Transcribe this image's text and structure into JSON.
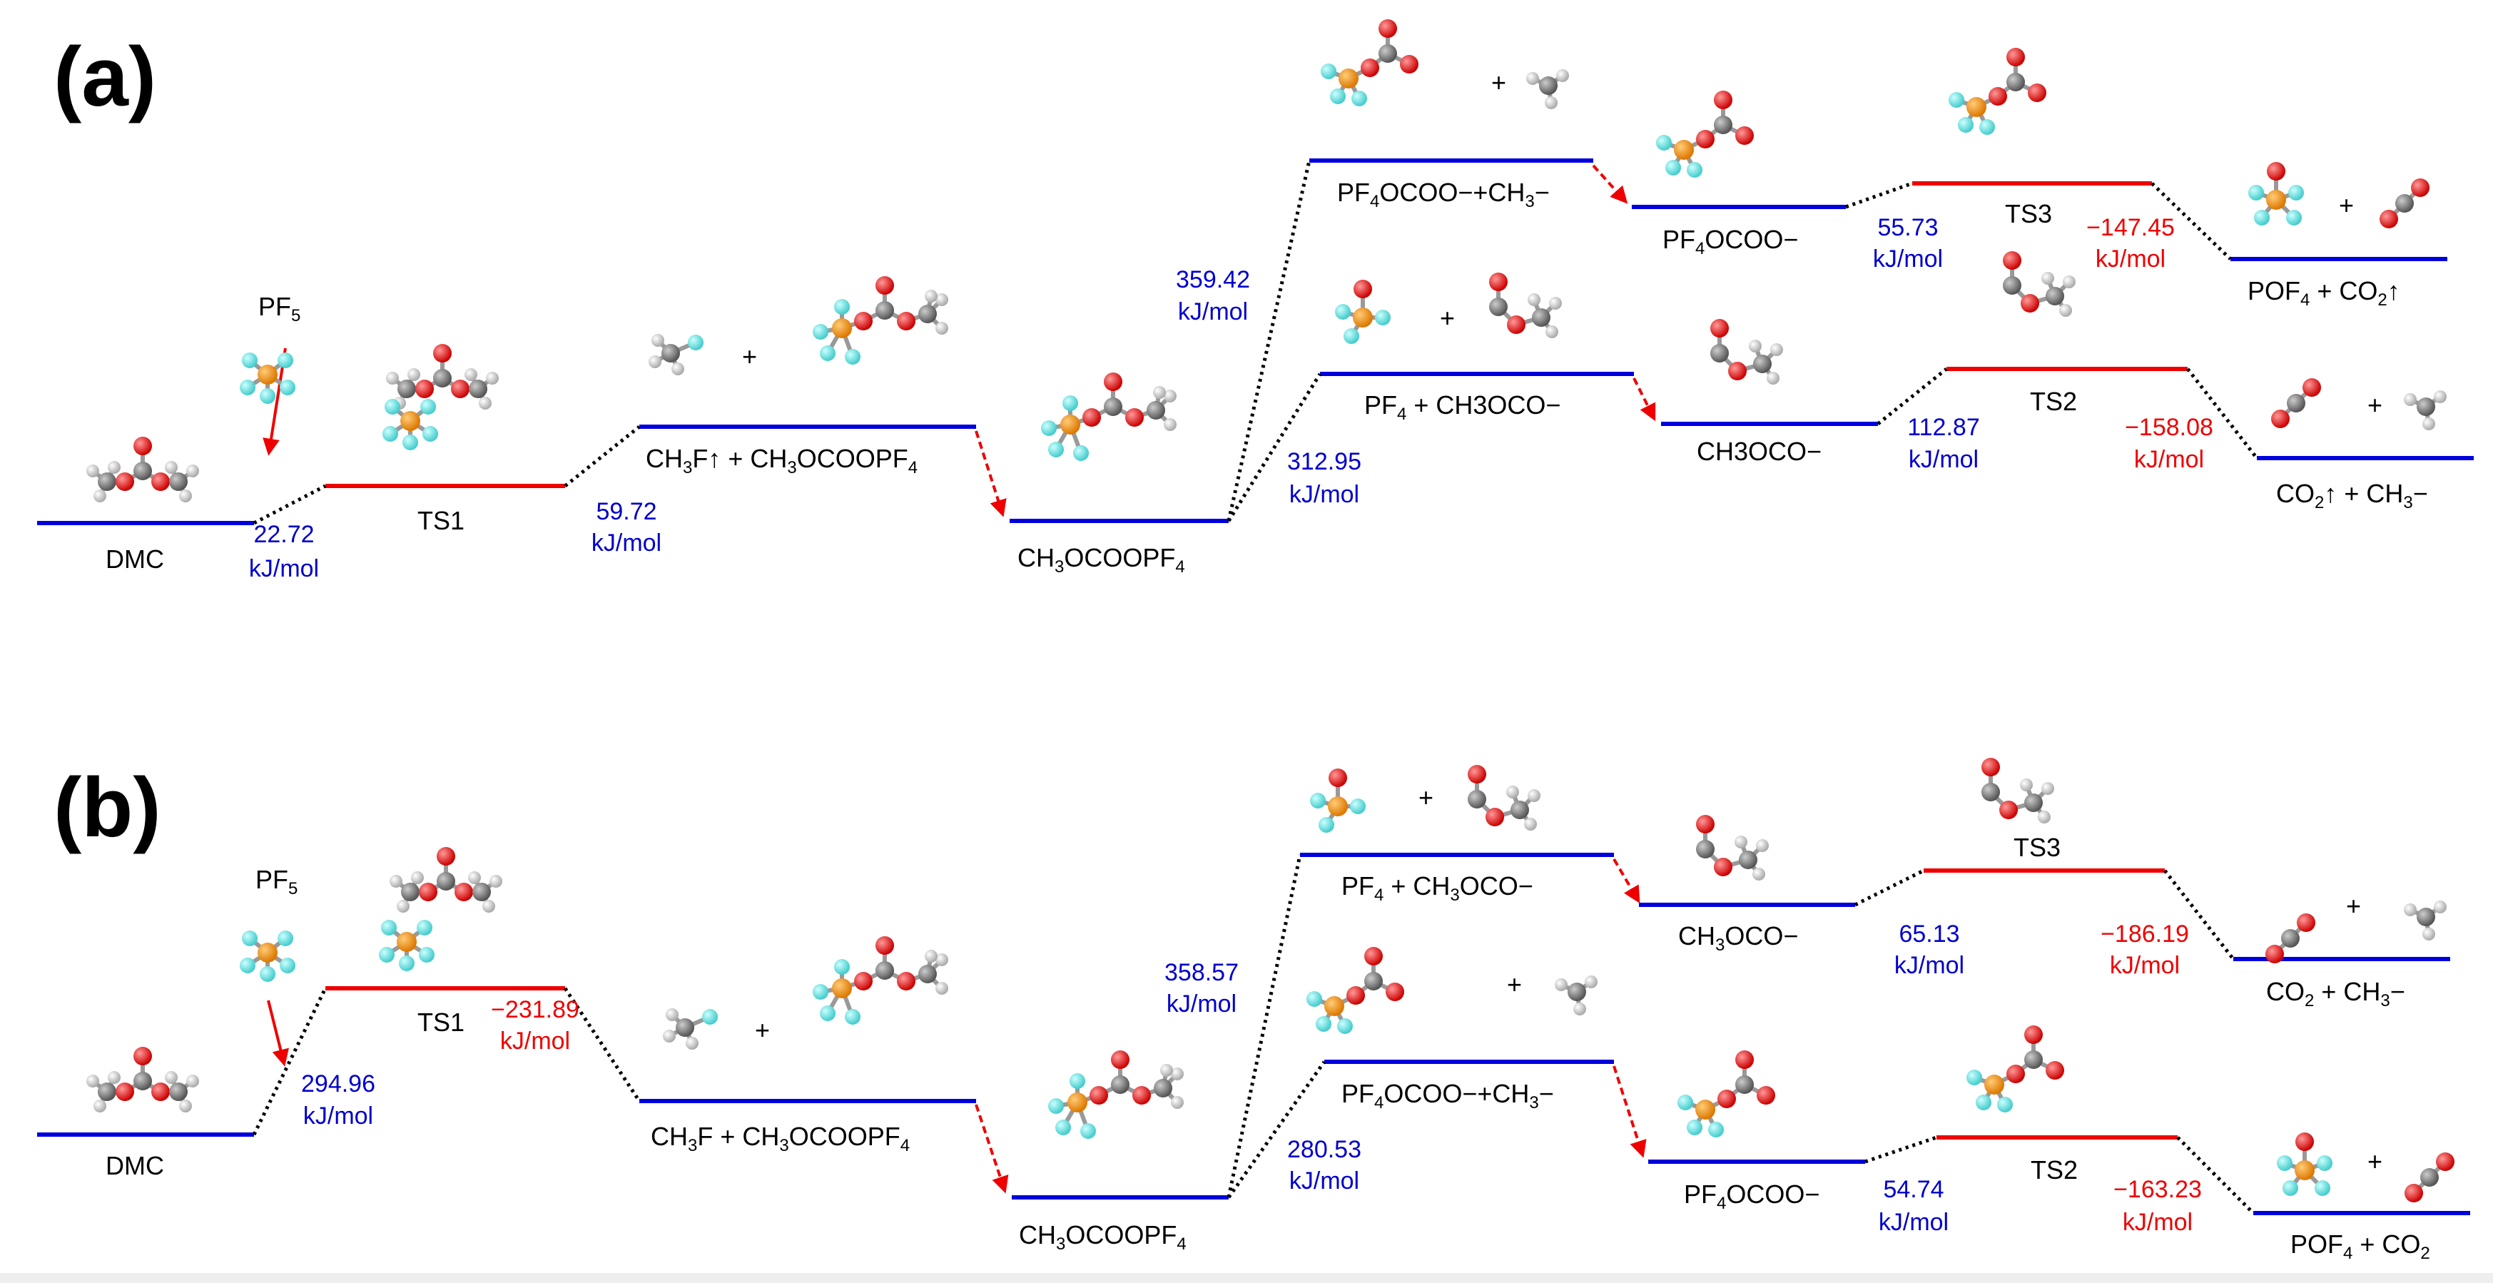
{
  "panels": [
    {
      "label": "(a)",
      "states": {
        "dmc": "DMC",
        "pf5": "PF",
        "pf5_sub": "5",
        "ts1": "TS1",
        "ch3f_prod": "CH",
        "ch3f_prod_sub": "3",
        "ch3f_prod_rest": "F↑ + CH",
        "ch3f_prod_sub2": "3",
        "ch3f_prod_rest2": "OCOOPF",
        "ch3f_prod_sub3": "4",
        "inter": "CH",
        "inter_sub": "3",
        "inter_rest": "OCOOPF",
        "inter_sub2": "4",
        "upper_prod": "PF",
        "upper_prod_sub": "4",
        "upper_prod_rest": "OCOO−+CH",
        "upper_prod_sub2": "3",
        "upper_prod_rest2": "−",
        "upper_int": "PF",
        "upper_int_sub": "4",
        "upper_int_rest": "OCOO−",
        "ts3": "TS3",
        "upper_final": "POF",
        "upper_final_sub": "4",
        "upper_final_rest": " + CO",
        "upper_final_sub2": "2",
        "upper_final_rest2": "↑",
        "lower_prod": "PF",
        "lower_prod_sub": "4",
        "lower_prod_rest": " + CH3OCO−",
        "lower_int": "CH3OCO−",
        "ts2": "TS2",
        "lower_final": "CO",
        "lower_final_sub": "2",
        "lower_final_rest": "↑ + CH",
        "lower_final_sub2": "3",
        "lower_final_rest2": "−"
      },
      "energies": {
        "e1": "22.72",
        "e1u": "kJ/mol",
        "e2": "59.72",
        "e2u": "kJ/mol",
        "e3": "359.42",
        "e3u": "kJ/mol",
        "e4": "312.95",
        "e4u": "kJ/mol",
        "e5": "55.73",
        "e5u": "kJ/mol",
        "e6": "−147.45",
        "e6u": "kJ/mol",
        "e7": "112.87",
        "e7u": "kJ/mol",
        "e8": "−158.08",
        "e8u": "kJ/mol"
      }
    },
    {
      "label": "(b)",
      "states": {
        "dmc": "DMC",
        "pf5": "PF",
        "pf5_sub": "5",
        "ts1": "TS1",
        "ch3f_prod": "CH",
        "ch3f_prod_sub": "3",
        "ch3f_prod_rest": "F + CH",
        "ch3f_prod_sub2": "3",
        "ch3f_prod_rest2": "OCOOPF",
        "ch3f_prod_sub3": "4",
        "inter": "CH",
        "inter_sub": "3",
        "inter_rest": "OCOOPF",
        "inter_sub2": "4",
        "upper_prod": "PF",
        "upper_prod_sub": "4",
        "upper_prod_rest": " + CH",
        "upper_prod_sub2": "3",
        "upper_prod_rest2": "OCO−",
        "upper_int": "CH",
        "upper_int_sub": "3",
        "upper_int_rest": "OCO−",
        "ts3": "TS3",
        "upper_final": "CO",
        "upper_final_sub": "2",
        "upper_final_rest": " + CH",
        "upper_final_sub2": "3",
        "upper_final_rest2": "−",
        "lower_prod": "PF",
        "lower_prod_sub": "4",
        "lower_prod_rest": "OCOO−+CH",
        "lower_prod_sub2": "3",
        "lower_prod_rest2": "−",
        "lower_int": "PF",
        "lower_int_sub": "4",
        "lower_int_rest": "OCOO−",
        "ts2": "TS2",
        "lower_final": "POF",
        "lower_final_sub": "4",
        "lower_final_rest": " + CO",
        "lower_final_sub2": "2"
      },
      "energies": {
        "e1": "294.96",
        "e1u": "kJ/mol",
        "e2": "−231.89",
        "e2u": "kJ/mol",
        "e3": "358.57",
        "e3u": "kJ/mol",
        "e4": "280.53",
        "e4u": "kJ/mol",
        "e5": "65.13",
        "e5u": "kJ/mol",
        "e6": "−186.19",
        "e6u": "kJ/mol",
        "e7": "54.74",
        "e7u": "kJ/mol",
        "e8": "−163.23",
        "e8u": "kJ/mol"
      }
    }
  ],
  "colors": {
    "blue_level": "#0000dd",
    "red_level": "#ee0000",
    "blue_text": "#0000cc",
    "red_text": "#ee0000",
    "atom_O": "#dd0000",
    "atom_C": "#777777",
    "atom_H": "#cccccc",
    "atom_P": "#ee8800",
    "atom_F": "#66dddd"
  }
}
